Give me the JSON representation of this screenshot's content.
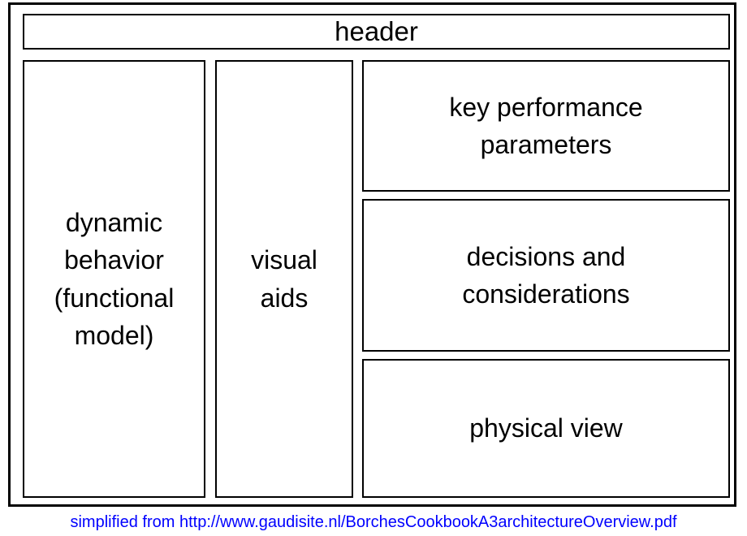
{
  "diagram": {
    "header": {
      "label": "header"
    },
    "columns": {
      "dynamic_behavior": {
        "label_lines": [
          "dynamic",
          "behavior",
          "(functional",
          "model)"
        ]
      },
      "visual_aids": {
        "label_lines": [
          "visual",
          "aids"
        ]
      },
      "right_column": {
        "key_performance_parameters": {
          "label_lines": [
            "key performance",
            "parameters"
          ]
        },
        "decisions_and_considerations": {
          "label_lines": [
            "decisions and",
            "considerations"
          ]
        },
        "physical_view": {
          "label": "physical view"
        }
      }
    }
  },
  "caption": {
    "text": "simplified from http://www.gaudisite.nl/BorchesCookbookA3architectureOverview.pdf"
  },
  "colors": {
    "background": "#FFFFFF",
    "border": "#000000",
    "text": "#000000",
    "link": "#0000FF"
  }
}
